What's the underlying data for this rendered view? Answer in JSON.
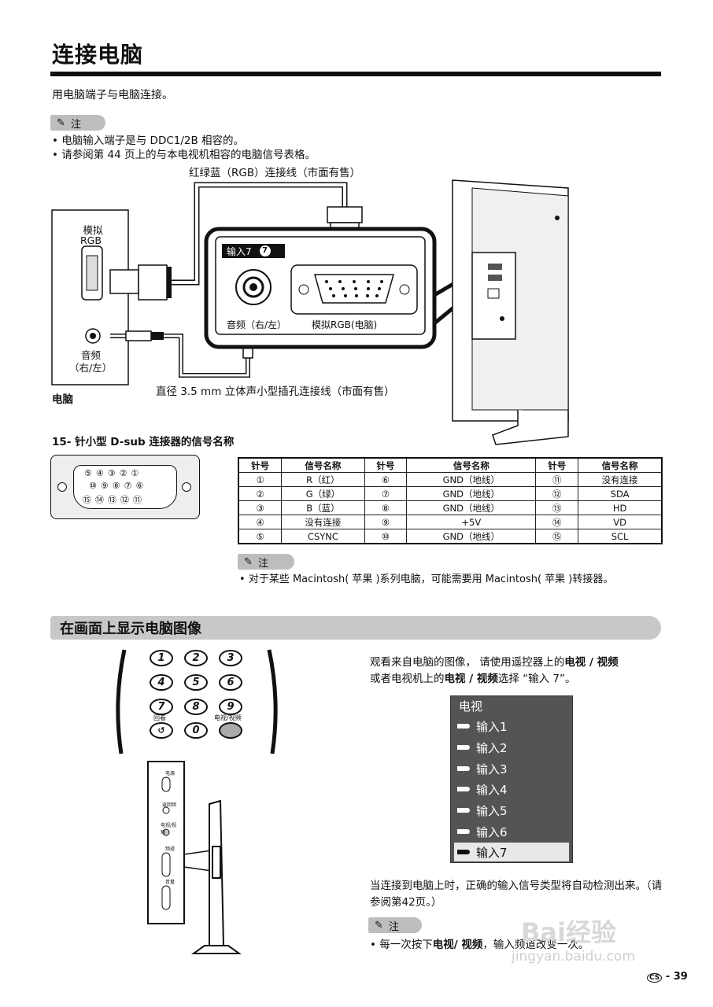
{
  "header": {
    "title": "连接电脑"
  },
  "intro": "用电脑端子与电脑连接。",
  "note1": {
    "tag": "注",
    "bullets": [
      "电脑输入端子是与 DDC1/2B 相容的。",
      "请参阅第 44 页上的与本电视机相容的电脑信号表格。"
    ]
  },
  "diagram1": {
    "rgb_cable": "红绿蓝（RGB）连接线（市面有售）",
    "pc_analog_rgb_1": "模拟",
    "pc_analog_rgb_2": "RGB",
    "pc_audio_1": "音频",
    "pc_audio_2": "（右/左）",
    "pc_label": "电脑",
    "input_tag": "输入7",
    "input_num": "7",
    "audio_port": "音频（右/左）",
    "rgb_port": "模拟RGB(电脑)",
    "audio_cable": "直径 3.5 mm 立体声小型插孔连接线（市面有售）"
  },
  "dsub": {
    "heading": "15- 针小型 D-sub 连接器的信号名称",
    "row1": [
      "⑤",
      "④",
      "③",
      "②",
      "①"
    ],
    "row2": [
      "⑩",
      "⑨",
      "⑧",
      "⑦",
      "⑥"
    ],
    "row3": [
      "⑮",
      "⑭",
      "⑬",
      "⑫",
      "⑪"
    ]
  },
  "pin_table": {
    "headers": [
      "针号",
      "信号名称",
      "针号",
      "信号名称",
      "针号",
      "信号名称"
    ],
    "rows": [
      [
        "①",
        "R（红）",
        "⑥",
        "GND（地线）",
        "⑪",
        "没有连接"
      ],
      [
        "②",
        "G（绿）",
        "⑦",
        "GND（地线）",
        "⑫",
        "SDA"
      ],
      [
        "③",
        "B（蓝）",
        "⑧",
        "GND（地线）",
        "⑬",
        "HD"
      ],
      [
        "④",
        "没有连接",
        "⑨",
        "+5V",
        "⑭",
        "VD"
      ],
      [
        "⑤",
        "CSYNC",
        "⑩",
        "GND（地线）",
        "⑮",
        "SCL"
      ]
    ]
  },
  "note2": {
    "tag": "注",
    "bullet": "对于某些 Macintosh( 苹果 )系列电脑，可能需要用 Macintosh( 苹果 )转接器。"
  },
  "section2": {
    "title": "在画面上显示电脑图像"
  },
  "remote": {
    "keys": [
      "1",
      "2",
      "3",
      "4",
      "5",
      "6",
      "7",
      "8",
      "9",
      "0"
    ],
    "return_label": "回看",
    "tv_video_label": "电视/视频"
  },
  "para1": {
    "t1": "观看来自电脑的图像， 请使用遥控器上的",
    "b1": "电视 / 视频",
    "t2": "或者电视机上的",
    "b2": "电视 / 视频",
    "t3": "选择 “输入 7”。"
  },
  "menu": {
    "title": "电视",
    "items": [
      "输入1",
      "输入2",
      "输入3",
      "输入4",
      "输入5",
      "输入6",
      "输入7"
    ],
    "selected": "输入7"
  },
  "para2": "当连接到电脑上时，正确的输入信号类型将自动检测出来。（请参阅第42页。）",
  "note3": {
    "tag": "注",
    "t1": "每一次按下",
    "b1": "电视/ 视频",
    "t2": "，输入频道改变一次。"
  },
  "side_panel": {
    "power": "电源",
    "return": "返回频",
    "tv_video": "电视/视频",
    "channel": "频道",
    "volume": "音量"
  },
  "footer": {
    "cs": "CS",
    "page": "39"
  },
  "watermark": {
    "brand": "Bai经验",
    "url": "jingyan.baidu.com"
  }
}
